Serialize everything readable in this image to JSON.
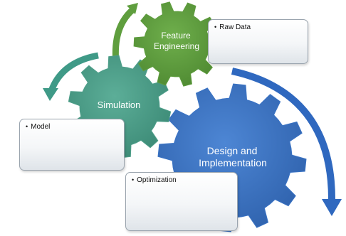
{
  "gears": {
    "feature_engineering": {
      "line1": "Feature",
      "line2": "Engineering",
      "color": "#5e9c3e"
    },
    "simulation": {
      "label": "Simulation",
      "color": "#4f9f8a"
    },
    "design_implementation": {
      "line1": "Design and",
      "line2": "Implementation",
      "color": "#3a73c4"
    }
  },
  "notes": {
    "raw_data": "Raw Data",
    "model": "Model",
    "optimization": "Optimization"
  },
  "arrow_colors": {
    "green": "#5f9e3e",
    "teal": "#3f9a87",
    "blue": "#2f68bf"
  }
}
